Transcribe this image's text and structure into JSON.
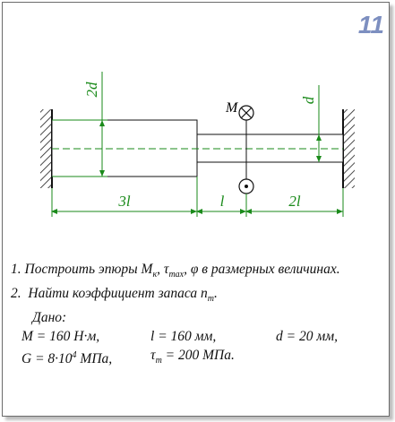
{
  "problem_number": "11",
  "drawing": {
    "dim_2d": "2d",
    "dim_d": "d",
    "moment_label": "M",
    "len_3l": "3l",
    "len_l": "l",
    "len_2l": "2l"
  },
  "tasks": [
    {
      "num": "1.",
      "text": "Построить эпюры M",
      "sub": "к",
      "text2": ", τ",
      "sub2": "max",
      "text3": ", φ в размерных величинах."
    },
    {
      "num": "2.",
      "text": "Найти коэффициент запаса n",
      "sub": "т",
      "text2": "."
    }
  ],
  "given_title": "Дано:",
  "given": {
    "M_sym": "M",
    "M_val": " = 160 Н·м,",
    "l_sym": "l",
    "l_val": " = 160 мм,",
    "d_sym": "d",
    "d_val": " = 20 мм,",
    "G_sym": "G",
    "G_val": " = 8·10",
    "G_exp": "4",
    "G_unit": " МПа,",
    "tau_sym": "τ",
    "tau_sub": "т",
    "tau_val": " = 200 МПа."
  }
}
